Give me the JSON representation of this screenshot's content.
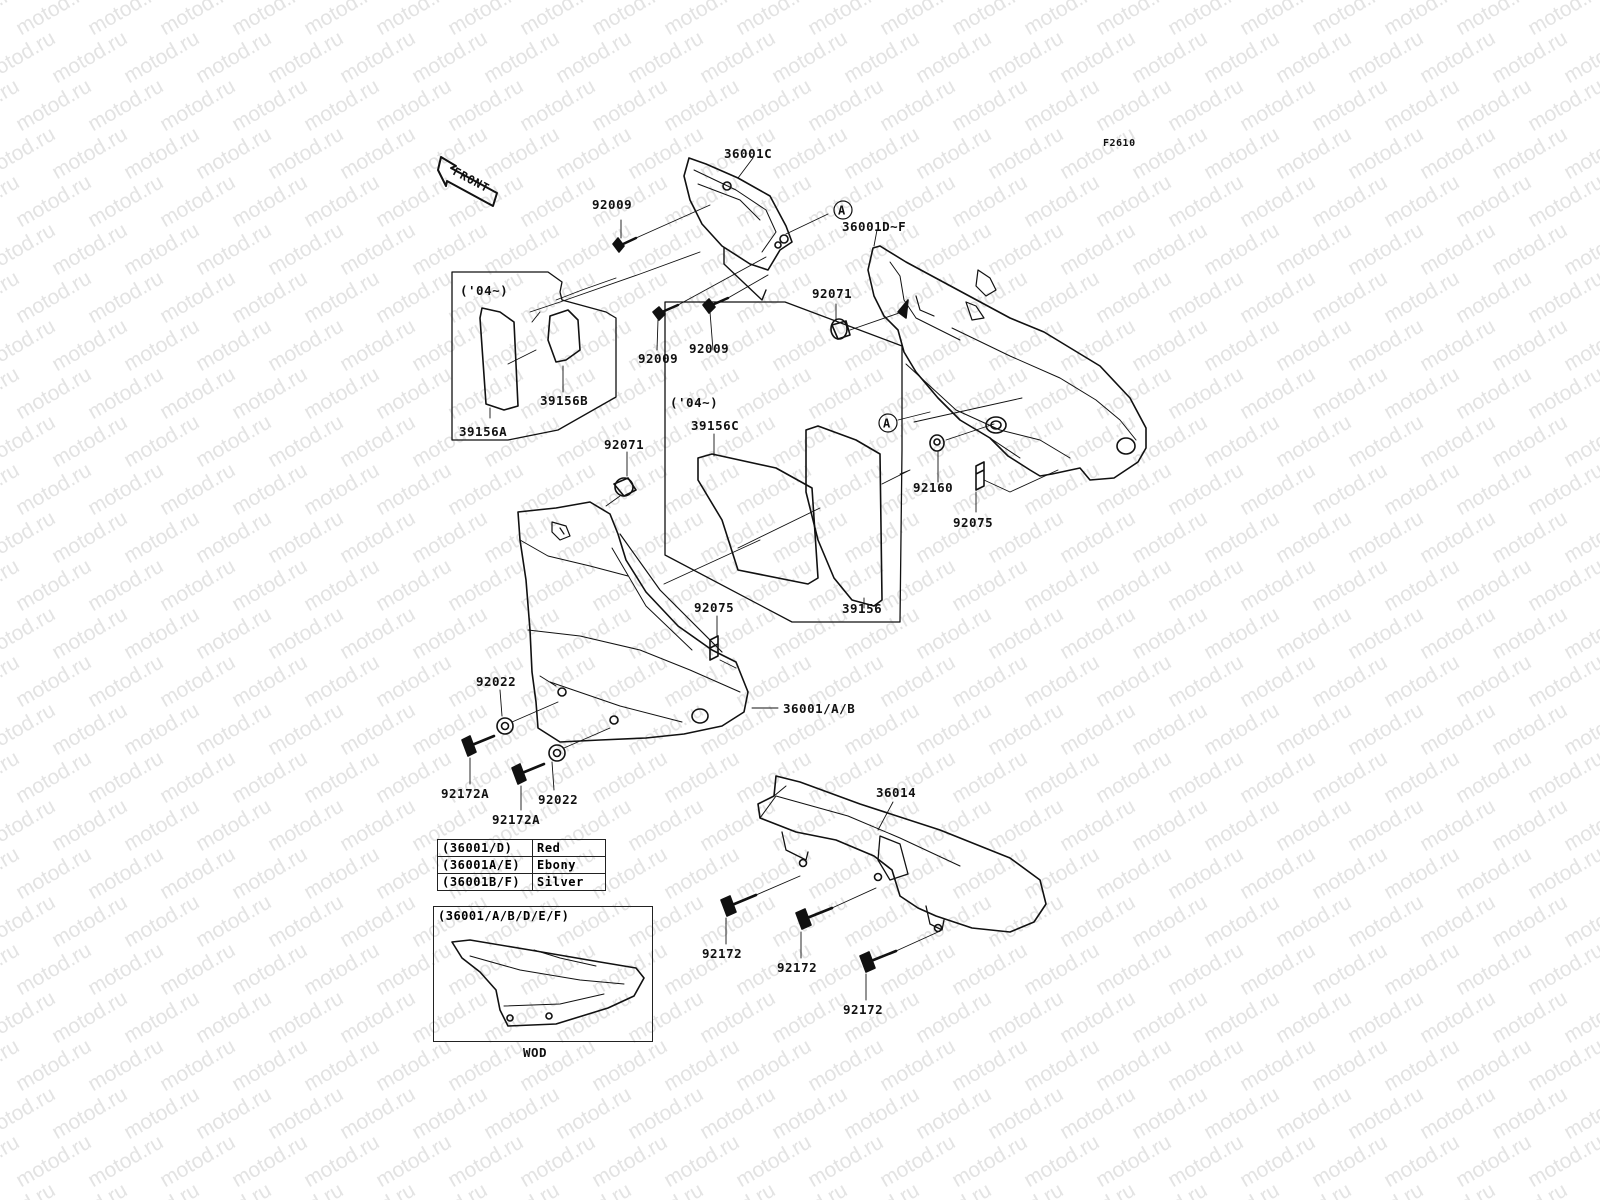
{
  "figure_code": "F2610",
  "front_label": "FRONT",
  "callout_letter": "A",
  "year_note": "('04~)",
  "parts": {
    "p36001C": "36001C",
    "p36001DF": "36001D~F",
    "p36001AB": "36001/A/B",
    "p36014": "36014",
    "p92009": "92009",
    "p92071": "92071",
    "p39156A": "39156A",
    "p39156B": "39156B",
    "p39156C": "39156C",
    "p39156": "39156",
    "p92160": "92160",
    "p92075": "92075",
    "p92022": "92022",
    "p92172A": "92172A",
    "p92172": "92172"
  },
  "color_table": [
    {
      "code": "(36001/D)",
      "color": "Red"
    },
    {
      "code": "(36001A/E)",
      "color": "Ebony"
    },
    {
      "code": "(36001B/F)",
      "color": "Silver"
    }
  ],
  "variant_box": {
    "title": "(36001/A/B/D/E/F)",
    "caption": "WOD"
  },
  "watermark": "motod.ru"
}
